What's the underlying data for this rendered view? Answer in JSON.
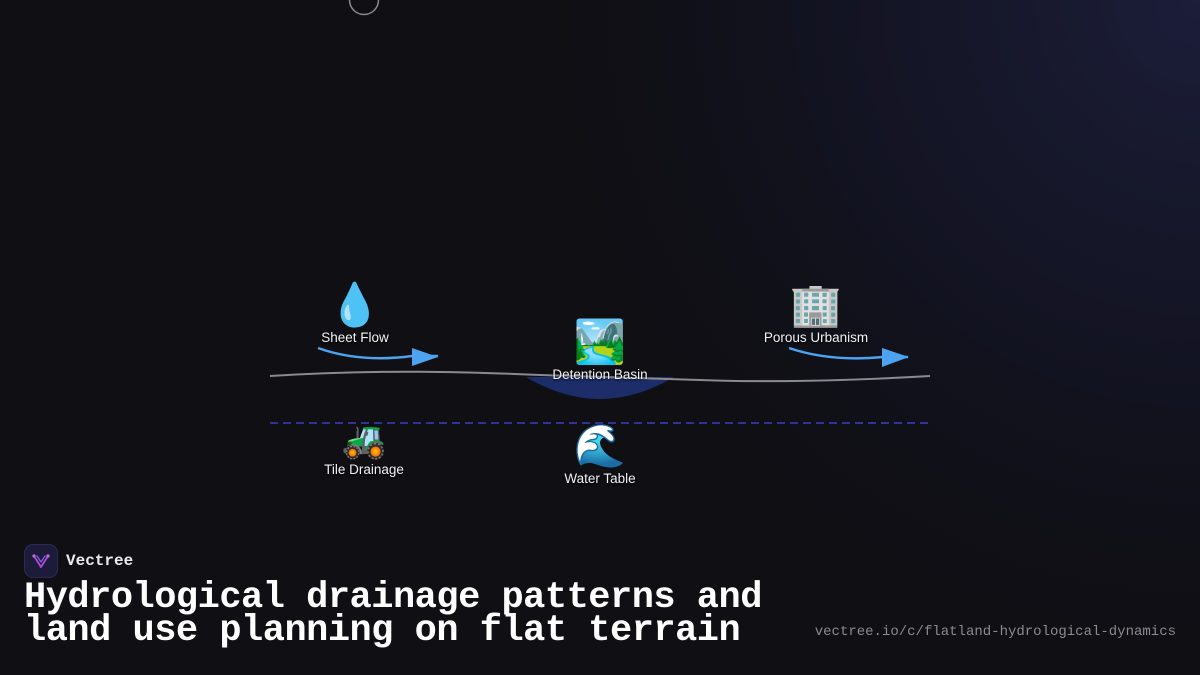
{
  "diagram": {
    "nodes": {
      "sheet_flow": {
        "icon": "💧",
        "icon_name": "water-droplet-icon",
        "label": "Sheet Flow"
      },
      "detention_basin": {
        "icon": "🏞️",
        "icon_name": "national-park-icon",
        "label": "Detention Basin"
      },
      "porous_urbanism": {
        "icon": "🏢",
        "icon_name": "office-building-icon",
        "label": "Porous Urbanism"
      },
      "tile_drainage": {
        "icon": "🚜",
        "icon_name": "tractor-icon",
        "label": "Tile Drainage"
      },
      "water_table": {
        "icon": "🌊",
        "icon_name": "water-wave-icon",
        "label": "Water Table"
      }
    },
    "colors": {
      "flow_arrow": "#4da3f0",
      "terrain_line": "#8a8a8f",
      "basin_fill": "#1e2f6e",
      "water_table_line": "#3a3fc4"
    }
  },
  "footer": {
    "brand_name": "Vectree",
    "title": "Hydrological drainage patterns and land use planning on flat terrain",
    "url": "vectree.io/c/flatland-hydrological-dynamics"
  }
}
